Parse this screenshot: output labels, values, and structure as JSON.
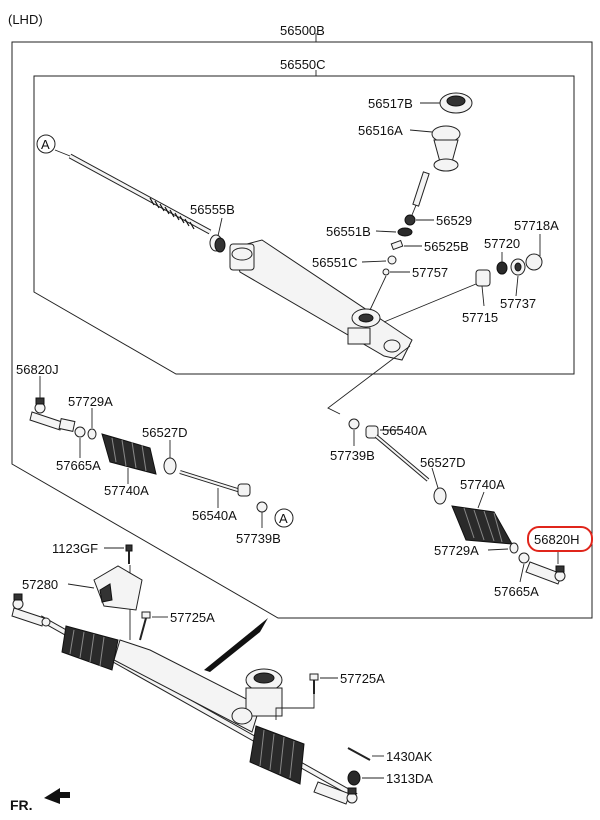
{
  "header": {
    "variant": "(LHD)"
  },
  "assemblies": {
    "outer": "56500B",
    "inner": "56550C"
  },
  "callouts": {
    "a": "A"
  },
  "parts": {
    "p56517B": "56517B",
    "p56516A": "56516A",
    "p56555B": "56555B",
    "p56529": "56529",
    "p56551B": "56551B",
    "p56525B": "56525B",
    "p57718A": "57718A",
    "p57720": "57720",
    "p56551C": "56551C",
    "p57757": "57757",
    "p57737": "57737",
    "p57715": "57715",
    "p56820J": "56820J",
    "p57729A_left": "57729A",
    "p56527D_left": "56527D",
    "p57665A_left": "57665A",
    "p57740A_left": "57740A",
    "p56540A_left": "56540A",
    "p57739B_left": "57739B",
    "p57739B_right": "57739B",
    "p56540A_right": "56540A",
    "p56527D_right": "56527D",
    "p57740A_right": "57740A",
    "p57729A_right": "57729A",
    "p56820H": "56820H",
    "p57665A_right": "57665A",
    "p1123GF": "1123GF",
    "p57280": "57280",
    "p57725A_top": "57725A",
    "p57725A_mid": "57725A",
    "p1430AK": "1430AK",
    "p1313DA": "1313DA"
  },
  "highlight": {
    "part": "56820H",
    "color": "#e0251b"
  },
  "footer": {
    "direction": "FR."
  }
}
